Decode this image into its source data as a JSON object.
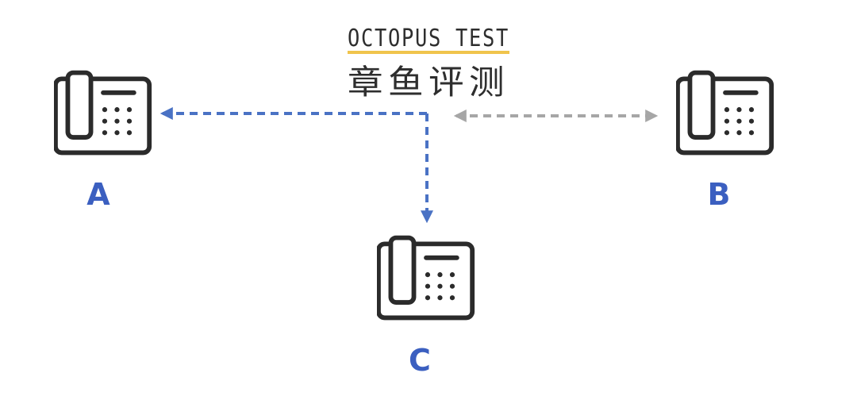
{
  "logo": {
    "text_en": "OCTOPUS TEST",
    "text_cn": "章鱼评测",
    "underline_color": "#f0c44c",
    "text_color": "#2e2e2e"
  },
  "phones": [
    {
      "id": "a",
      "label": "A",
      "icon": "desk-phone-icon"
    },
    {
      "id": "b",
      "label": "B",
      "icon": "desk-phone-icon"
    },
    {
      "id": "c",
      "label": "C",
      "icon": "desk-phone-icon"
    }
  ],
  "connectors": [
    {
      "from": "junction",
      "to": "A",
      "style": "dashed",
      "arrow": "single",
      "color": "#4a72c4"
    },
    {
      "from": "junction",
      "to": "C",
      "style": "dashed",
      "arrow": "single",
      "color": "#4a72c4"
    },
    {
      "from": "logo",
      "to": "B",
      "style": "dashed",
      "arrow": "double",
      "color": "#a6a6a6"
    }
  ],
  "colors": {
    "label": "#3b5fc0",
    "icon_stroke": "#2b2b2b",
    "blue_arrow": "#4a72c4",
    "gray_arrow": "#a6a6a6"
  }
}
